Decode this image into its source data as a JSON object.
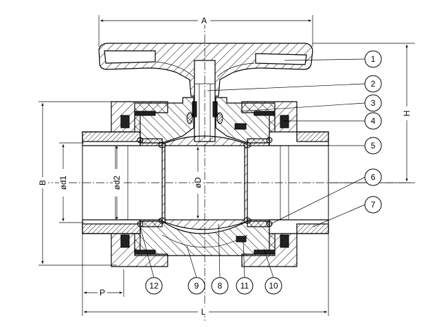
{
  "dimensions": {
    "A": "A",
    "H": "H",
    "B": "B",
    "d1": "ød1",
    "d2": "ød2",
    "D": "øD",
    "P": "P",
    "L": "L"
  },
  "callouts": [
    "1",
    "2",
    "3",
    "4",
    "5",
    "6",
    "7",
    "8",
    "9",
    "10",
    "11",
    "12"
  ]
}
